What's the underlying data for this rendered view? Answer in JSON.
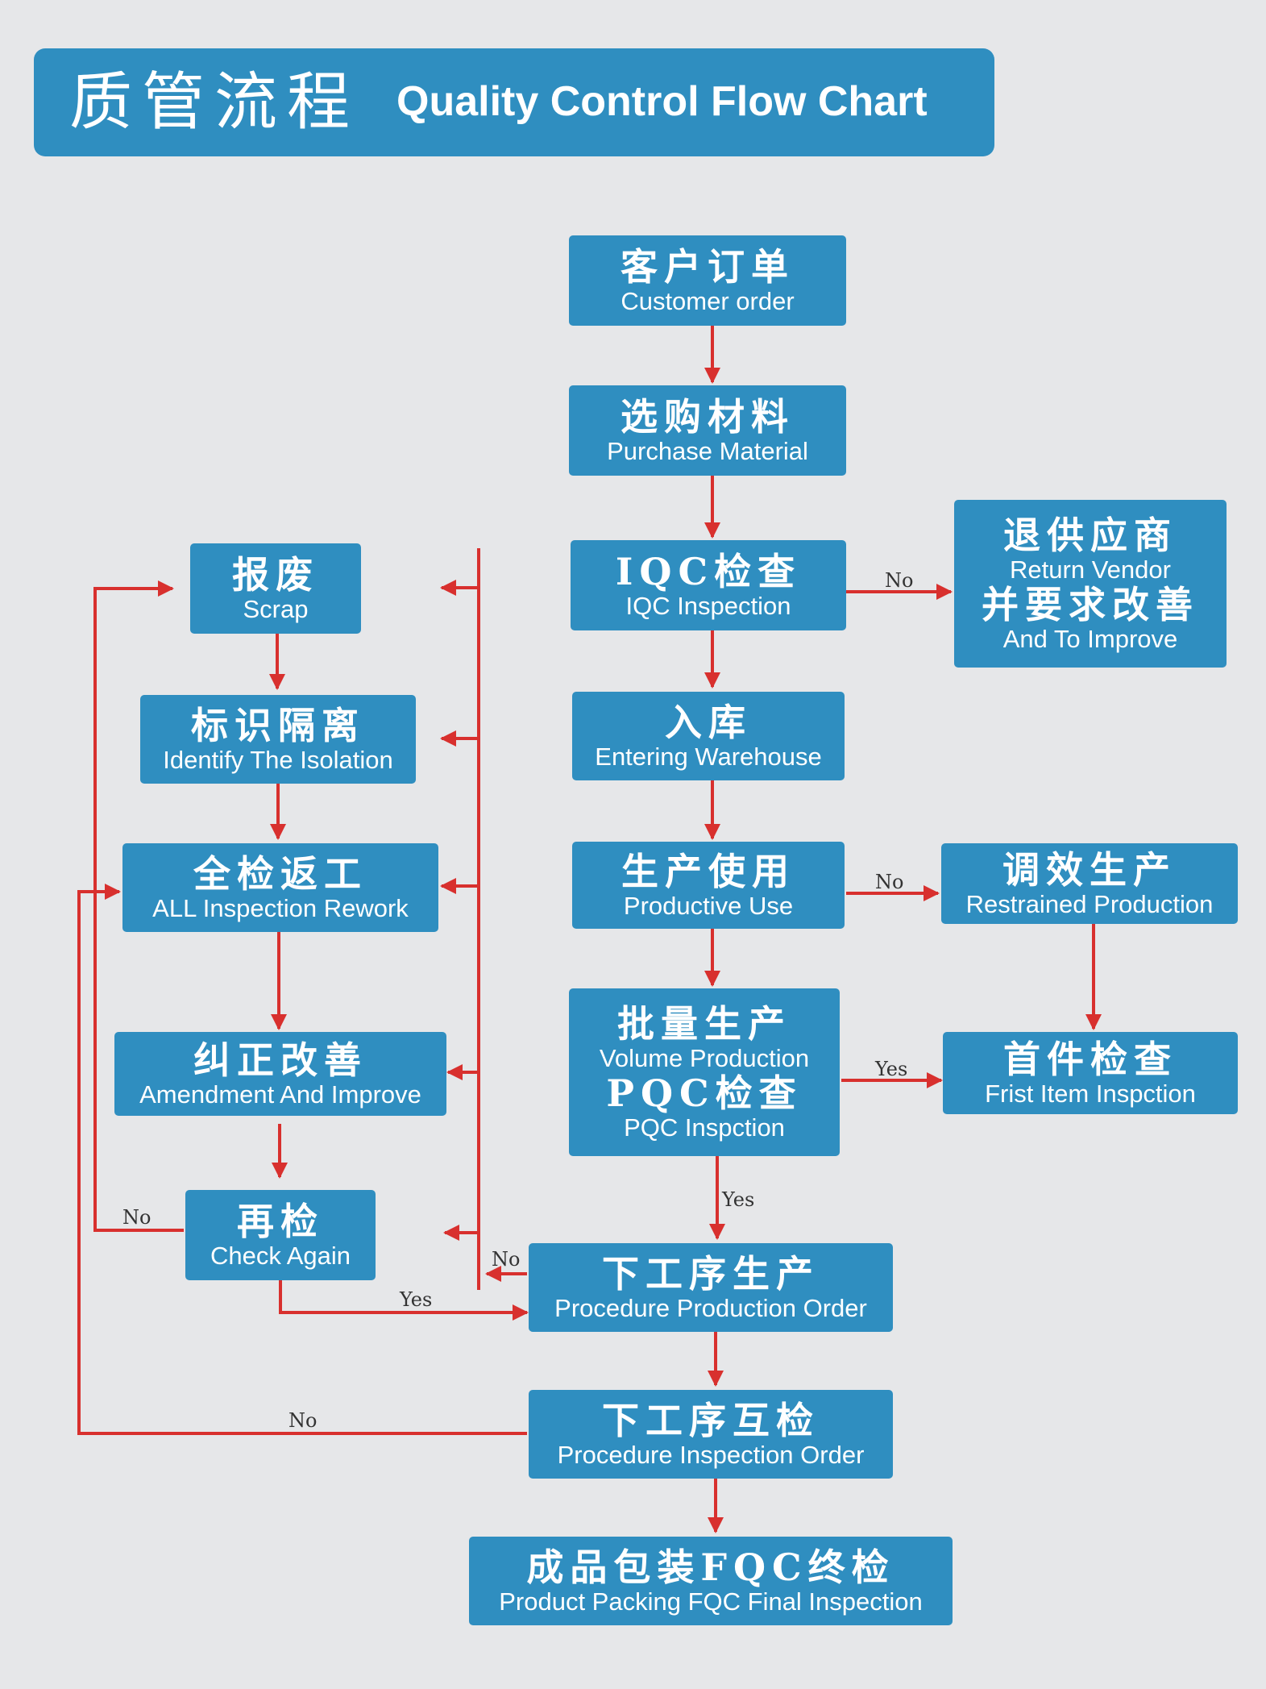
{
  "header": {
    "title_zh": "质管流程",
    "title_en": "Quality Control Flow Chart"
  },
  "nodes": {
    "customer_order": {
      "zh": "客户订单",
      "en": "Customer order"
    },
    "purchase_material": {
      "zh": "选购材料",
      "en": "Purchase Material"
    },
    "iqc_inspection": {
      "zh": "IQC检查",
      "en": "IQC Inspection"
    },
    "return_vendor": {
      "zh": "退供应商",
      "en": "Return Vendor",
      "zh2": "并要求改善",
      "en2": "And To Improve"
    },
    "entering_warehouse": {
      "zh": "入库",
      "en": "Entering Warehouse"
    },
    "productive_use": {
      "zh": "生产使用",
      "en": "Productive Use"
    },
    "restrained_production": {
      "zh": "调效生产",
      "en": "Restrained Production"
    },
    "volume_production": {
      "zh": "批量生产",
      "en": "Volume Production",
      "zh2": "PQC检查",
      "en2": "PQC Inspction"
    },
    "first_item_inspection": {
      "zh": "首件检查",
      "en": "Frist Item Inspction"
    },
    "scrap": {
      "zh": "报废",
      "en": "Scrap"
    },
    "identify_isolation": {
      "zh": "标识隔离",
      "en": "Identify The Isolation"
    },
    "all_inspection_rework": {
      "zh": "全检返工",
      "en": "ALL Inspection Rework"
    },
    "amendment_improve": {
      "zh": "纠正改善",
      "en": "Amendment And Improve"
    },
    "check_again": {
      "zh": "再检",
      "en": "Check Again"
    },
    "procedure_production": {
      "zh": "下工序生产",
      "en": "Procedure Production Order"
    },
    "procedure_inspection": {
      "zh": "下工序互检",
      "en": "Procedure Inspection Order"
    },
    "final_inspection": {
      "zh": "成品包装FQC终检",
      "en": "Product Packing FQC Final Inspection"
    }
  },
  "edge_labels": {
    "iqc_no": "No",
    "productive_no": "No",
    "volume_yes": "Yes",
    "pqc_yes": "Yes",
    "production_no": "No",
    "check_no": "No",
    "check_yes": "Yes",
    "inspection_no": "No"
  },
  "colors": {
    "box": "#2f8ec0",
    "arrow": "#d8302e",
    "background": "#e6e7e9"
  }
}
